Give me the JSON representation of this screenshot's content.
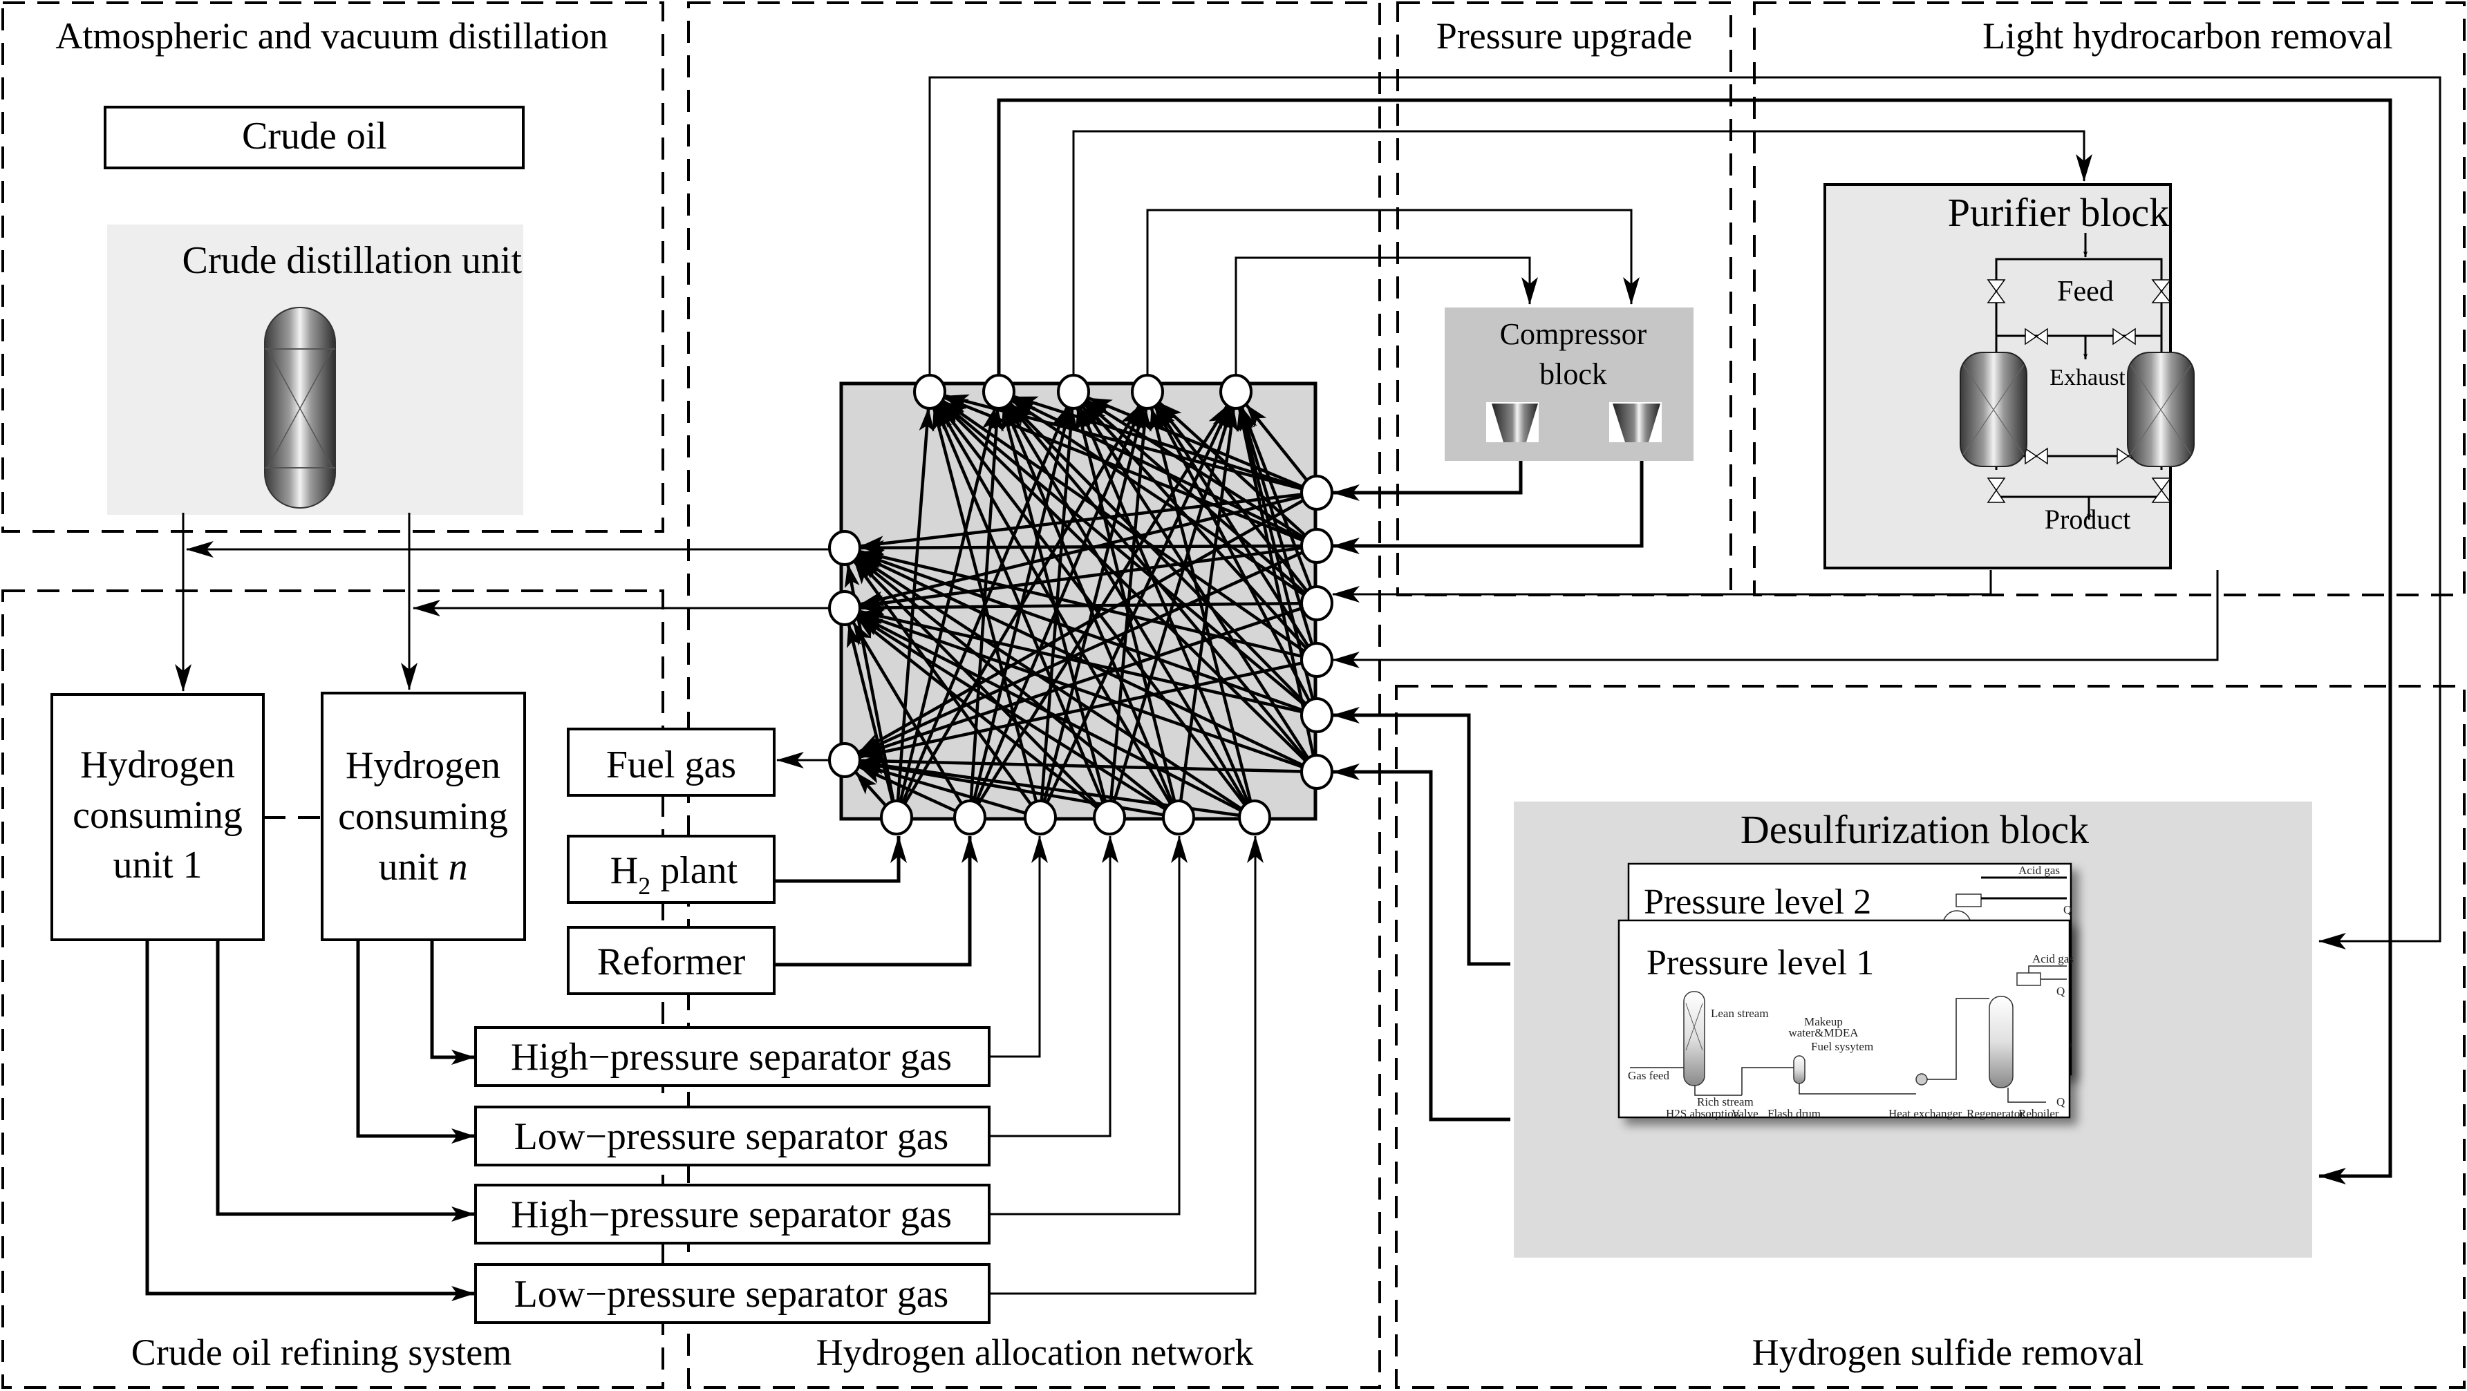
{
  "regions": {
    "atmospheric": "Atmospheric and vacuum distillation",
    "pressure_upgrade": "Pressure upgrade",
    "light_hc": "Light hydrocarbon removal",
    "refining": "Crude oil refining system",
    "allocation": "Hydrogen allocation network",
    "h2s_removal": "Hydrogen sulfide removal"
  },
  "units": {
    "crude_oil": "Crude oil",
    "cdu": "Crude distillation unit",
    "hcu1": [
      "Hydrogen",
      "consuming",
      "unit 1"
    ],
    "hcun": [
      "Hydrogen",
      "consuming",
      "unit "
    ],
    "hcun_italic": "n",
    "fuel_gas": "Fuel gas",
    "h2_plant_main": "H",
    "h2_plant_sub": "2",
    "h2_plant_rest": " plant",
    "reformer": "Reformer",
    "hpsg_1": "High−pressure separator gas",
    "lpsg_1": "Low−pressure separator gas",
    "hpsg_2": "High−pressure separator gas",
    "lpsg_2": "Low−pressure separator gas"
  },
  "compressor": {
    "line1": "Compressor",
    "line2": "block"
  },
  "purifier": {
    "title": "Purifier block",
    "feed": "Feed",
    "exhaust": "Exhaust",
    "product": "Product"
  },
  "desulfurization": {
    "title": "Desulfurization block",
    "level1": "Pressure level  1",
    "level2": "Pressure level  2",
    "labels": {
      "lean_stream": "Lean stream",
      "makeup": "Makeup",
      "makeup2": "water&MDEA",
      "fuel_system": "Fuel sysytem",
      "gas_feed": "Gas feed",
      "rich_stream": "Rich stream",
      "acid_gas": "Acid gas",
      "q": "Q",
      "h2s_absorption": "H2S absorption",
      "valve": "Valve",
      "flash_drum": "Flash drum",
      "heat_exchanger": "Heat exchanger",
      "regenerator": "Regenerator",
      "reboiler": "Reboiler"
    }
  },
  "colors": {
    "network_fill": "#d6d6d6",
    "cdu_fill": "#eeeeee",
    "compressor_fill": "#c6c6c6",
    "purifier_fill": "#e8e8e8",
    "desulf_fill": "#dcdcdc"
  }
}
